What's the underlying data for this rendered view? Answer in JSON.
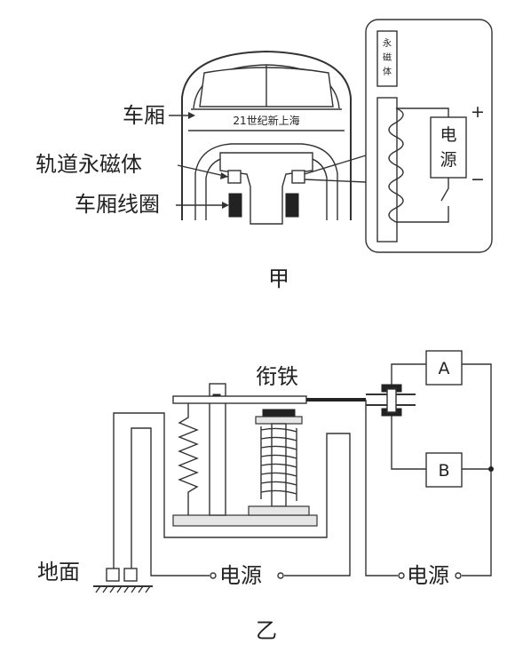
{
  "figure_a": {
    "label_carriage": "车厢",
    "label_track_magnet": "轨道永磁体",
    "label_coil": "车厢线圈",
    "train_text": "21世纪新上海",
    "magnet_box": "永磁体",
    "power_text": "电源",
    "plus": "+",
    "minus": "−",
    "caption": "甲"
  },
  "figure_b": {
    "label_armature": "衔铁",
    "label_a": "A",
    "label_b": "B",
    "label_ground": "地面",
    "power_left": "电源",
    "power_right": "电源",
    "caption": "乙"
  }
}
